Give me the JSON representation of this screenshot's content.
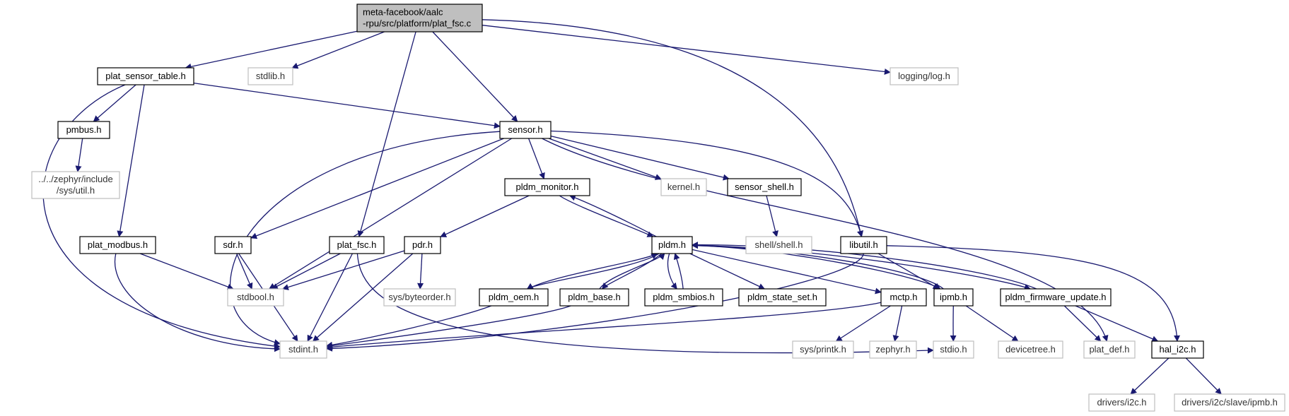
{
  "colors": {
    "edge": "#191970",
    "root_fill": "#bfbfbf",
    "node_border": "#000000",
    "external_border": "#bfbfbf",
    "node_fill": "#ffffff"
  },
  "nodes": [
    {
      "id": "root",
      "lines": [
        "meta-facebook/aalc",
        "-rpu/src/platform/plat_fsc.c"
      ],
      "kind": "root"
    },
    {
      "id": "plat_sensor_table",
      "lines": [
        "plat_sensor_table.h"
      ],
      "kind": "normal"
    },
    {
      "id": "stdlib",
      "lines": [
        "stdlib.h"
      ],
      "kind": "external"
    },
    {
      "id": "logging_log",
      "lines": [
        "logging/log.h"
      ],
      "kind": "external"
    },
    {
      "id": "sensor",
      "lines": [
        "sensor.h"
      ],
      "kind": "normal"
    },
    {
      "id": "pmbus",
      "lines": [
        "pmbus.h"
      ],
      "kind": "normal"
    },
    {
      "id": "zephyr_util",
      "lines": [
        "../../zephyr/include",
        "/sys/util.h"
      ],
      "kind": "external"
    },
    {
      "id": "pldm_monitor",
      "lines": [
        "pldm_monitor.h"
      ],
      "kind": "normal"
    },
    {
      "id": "kernel",
      "lines": [
        "kernel.h"
      ],
      "kind": "external"
    },
    {
      "id": "sensor_shell",
      "lines": [
        "sensor_shell.h"
      ],
      "kind": "normal"
    },
    {
      "id": "shell_shell",
      "lines": [
        "shell/shell.h"
      ],
      "kind": "external"
    },
    {
      "id": "plat_modbus",
      "lines": [
        "plat_modbus.h"
      ],
      "kind": "normal"
    },
    {
      "id": "sdr",
      "lines": [
        "sdr.h"
      ],
      "kind": "normal"
    },
    {
      "id": "plat_fsc",
      "lines": [
        "plat_fsc.h"
      ],
      "kind": "normal"
    },
    {
      "id": "pdr",
      "lines": [
        "pdr.h"
      ],
      "kind": "normal"
    },
    {
      "id": "pldm",
      "lines": [
        "pldm.h"
      ],
      "kind": "normal"
    },
    {
      "id": "libutil",
      "lines": [
        "libutil.h"
      ],
      "kind": "normal"
    },
    {
      "id": "stdbool",
      "lines": [
        "stdbool.h"
      ],
      "kind": "external"
    },
    {
      "id": "byteorder",
      "lines": [
        "sys/byteorder.h"
      ],
      "kind": "external"
    },
    {
      "id": "pldm_oem",
      "lines": [
        "pldm_oem.h"
      ],
      "kind": "normal"
    },
    {
      "id": "pldm_base",
      "lines": [
        "pldm_base.h"
      ],
      "kind": "normal"
    },
    {
      "id": "pldm_smbios",
      "lines": [
        "pldm_smbios.h"
      ],
      "kind": "normal"
    },
    {
      "id": "pldm_state_set",
      "lines": [
        "pldm_state_set.h"
      ],
      "kind": "normal"
    },
    {
      "id": "mctp",
      "lines": [
        "mctp.h"
      ],
      "kind": "normal"
    },
    {
      "id": "ipmb",
      "lines": [
        "ipmb.h"
      ],
      "kind": "normal"
    },
    {
      "id": "pldm_firmware_update",
      "lines": [
        "pldm_firmware_update.h"
      ],
      "kind": "normal"
    },
    {
      "id": "stdint",
      "lines": [
        "stdint.h"
      ],
      "kind": "external"
    },
    {
      "id": "sys_printk",
      "lines": [
        "sys/printk.h"
      ],
      "kind": "external"
    },
    {
      "id": "zephyr",
      "lines": [
        "zephyr.h"
      ],
      "kind": "external"
    },
    {
      "id": "stdio",
      "lines": [
        "stdio.h"
      ],
      "kind": "external"
    },
    {
      "id": "devicetree",
      "lines": [
        "devicetree.h"
      ],
      "kind": "external"
    },
    {
      "id": "plat_def",
      "lines": [
        "plat_def.h"
      ],
      "kind": "external"
    },
    {
      "id": "hal_i2c",
      "lines": [
        "hal_i2c.h"
      ],
      "kind": "normal"
    },
    {
      "id": "drivers_i2c",
      "lines": [
        "drivers/i2c.h"
      ],
      "kind": "external"
    },
    {
      "id": "drivers_i2c_slave_ipmb",
      "lines": [
        "drivers/i2c/slave/ipmb.h"
      ],
      "kind": "external"
    }
  ],
  "edges": [
    {
      "from": "root",
      "to": "plat_sensor_table"
    },
    {
      "from": "root",
      "to": "stdlib"
    },
    {
      "from": "root",
      "to": "plat_fsc"
    },
    {
      "from": "root",
      "to": "sensor"
    },
    {
      "from": "root",
      "to": "libutil"
    },
    {
      "from": "root",
      "to": "logging_log"
    },
    {
      "from": "plat_sensor_table",
      "to": "pmbus"
    },
    {
      "from": "plat_sensor_table",
      "to": "plat_modbus"
    },
    {
      "from": "plat_sensor_table",
      "to": "sensor"
    },
    {
      "from": "plat_sensor_table",
      "to": "stdint"
    },
    {
      "from": "pmbus",
      "to": "zephyr_util"
    },
    {
      "from": "plat_modbus",
      "to": "stdbool"
    },
    {
      "from": "plat_modbus",
      "to": "stdint"
    },
    {
      "from": "sensor",
      "to": "sdr"
    },
    {
      "from": "sensor",
      "to": "stdbool"
    },
    {
      "from": "sensor",
      "to": "stdint"
    },
    {
      "from": "sensor",
      "to": "pldm_monitor"
    },
    {
      "from": "sensor",
      "to": "kernel"
    },
    {
      "from": "sensor",
      "to": "sensor_shell"
    },
    {
      "from": "sensor",
      "to": "libutil"
    },
    {
      "from": "sensor",
      "to": "plat_def"
    },
    {
      "from": "sensor_shell",
      "to": "shell_shell"
    },
    {
      "from": "sdr",
      "to": "stdbool"
    },
    {
      "from": "sdr",
      "to": "stdint"
    },
    {
      "from": "plat_fsc",
      "to": "stdbool"
    },
    {
      "from": "plat_fsc",
      "to": "stdint"
    },
    {
      "from": "plat_fsc",
      "to": "stdio"
    },
    {
      "from": "pldm_monitor",
      "to": "pdr"
    },
    {
      "from": "pldm_monitor",
      "to": "pldm"
    },
    {
      "from": "pdr",
      "to": "stdbool"
    },
    {
      "from": "pdr",
      "to": "byteorder"
    },
    {
      "from": "pdr",
      "to": "stdint"
    },
    {
      "from": "pldm",
      "to": "pldm_monitor"
    },
    {
      "from": "pldm",
      "to": "pldm_oem"
    },
    {
      "from": "pldm",
      "to": "pldm_base"
    },
    {
      "from": "pldm",
      "to": "pldm_smbios"
    },
    {
      "from": "pldm",
      "to": "pldm_state_set"
    },
    {
      "from": "pldm",
      "to": "mctp"
    },
    {
      "from": "pldm",
      "to": "ipmb"
    },
    {
      "from": "pldm",
      "to": "pldm_firmware_update"
    },
    {
      "from": "pldm_oem",
      "to": "pldm"
    },
    {
      "from": "pldm_oem",
      "to": "stdint"
    },
    {
      "from": "pldm_base",
      "to": "pldm"
    },
    {
      "from": "pldm_base",
      "to": "stdint"
    },
    {
      "from": "pldm_smbios",
      "to": "pldm"
    },
    {
      "from": "pldm_firmware_update",
      "to": "pldm"
    },
    {
      "from": "pldm_firmware_update",
      "to": "plat_def"
    },
    {
      "from": "pldm_firmware_update",
      "to": "hal_i2c"
    },
    {
      "from": "ipmb",
      "to": "pldm"
    },
    {
      "from": "ipmb",
      "to": "stdio"
    },
    {
      "from": "ipmb",
      "to": "devicetree"
    },
    {
      "from": "mctp",
      "to": "stdint"
    },
    {
      "from": "mctp",
      "to": "sys_printk"
    },
    {
      "from": "mctp",
      "to": "zephyr"
    },
    {
      "from": "libutil",
      "to": "stdint"
    },
    {
      "from": "libutil",
      "to": "ipmb"
    },
    {
      "from": "libutil",
      "to": "hal_i2c"
    },
    {
      "from": "hal_i2c",
      "to": "drivers_i2c"
    },
    {
      "from": "hal_i2c",
      "to": "drivers_i2c_slave_ipmb"
    }
  ]
}
